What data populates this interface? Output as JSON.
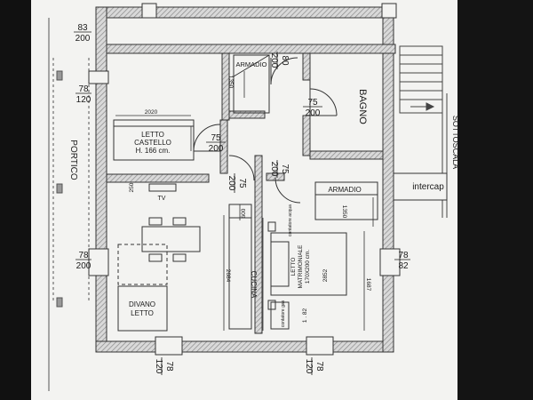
{
  "rooms": {
    "armadio_top": "ARMADIO",
    "bagno": "BAGNO",
    "letto_castello": [
      "LETTO",
      "CASTELLO",
      "H. 166 cm."
    ],
    "armadio_right": "ARMADIO",
    "letto_matrimoniale": [
      "LETTO",
      "MATRIMONIALE",
      "170X200 cm."
    ],
    "cucina": "CUCINA",
    "divano_letto": [
      "DIVANO",
      "LETTO"
    ],
    "tv": "TV"
  },
  "exterior": {
    "portico": "PORTICO",
    "sottoscala": "SOTTOSCALA",
    "intercap": "intercap"
  },
  "openings": {
    "top_left": [
      "83",
      "200"
    ],
    "left_upper": [
      "78",
      "120"
    ],
    "left_lower": [
      "78",
      "200"
    ],
    "door_top": [
      "80",
      "200"
    ],
    "door_bagno": [
      "75",
      "200"
    ],
    "door_letto": [
      "75",
      "200"
    ],
    "door_center": [
      "75",
      "200"
    ],
    "door_right": [
      "75",
      "200"
    ],
    "right_window": [
      "78",
      "82"
    ],
    "bottom_left": [
      "78",
      "120"
    ],
    "bottom_right": [
      "78",
      "120"
    ]
  },
  "dimensions": {
    "d1350_top": "1350",
    "d2020": "2020",
    "d250": "250",
    "d600": "600",
    "d1350_right": "1350",
    "d2684": "2684",
    "d2852": "2852",
    "d1687": "1687",
    "d1_82": "1 . 82"
  },
  "small_notes": {
    "note1": "contatore\nacqua",
    "note2": "contatore\ngas"
  }
}
